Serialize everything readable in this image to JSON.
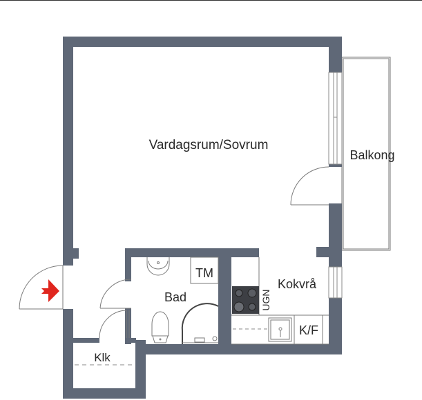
{
  "plan": {
    "rooms": {
      "living": "Vardagsrum/Sovrum",
      "balcony": "Balkong",
      "bath": "Bad",
      "washer": "TM",
      "kitchen": "Kokvrå",
      "oven": "UGN",
      "fridge": "K/F",
      "closet": "Klk"
    },
    "colors": {
      "wall": "#5f6877",
      "entrance_arrow": "#e0261e",
      "stove": "#3d3f44"
    },
    "icons": {
      "entrance": "entrance-arrow-icon"
    }
  }
}
